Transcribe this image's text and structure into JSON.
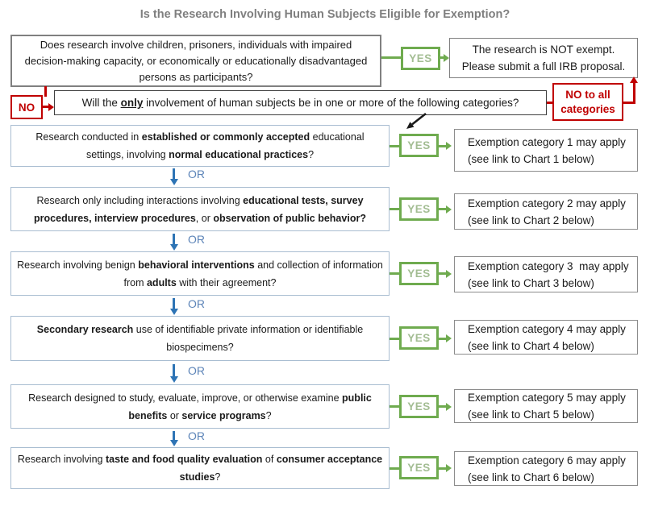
{
  "title": "Is the Research Involving Human Subjects Eligible for Exemption?",
  "labels": {
    "yes": "YES",
    "no": "NO",
    "or": "OR"
  },
  "colors": {
    "red": "#C00000",
    "green": "#6FAB4F",
    "green_text": "#A3BD93",
    "blue_arrow": "#2E74B5",
    "blue_text": "#5C84B8",
    "title_gray": "#7F7F7F",
    "gray_border": "#808080",
    "category_border": "#A9BDD1",
    "text": "#1A1A1A"
  },
  "top": {
    "screening_question": "Does research involve children, prisoners, individuals with impaired decision-making capacity, or economically or educationally disadvantaged persons as participants?",
    "not_exempt_line1": "The research is NOT exempt.",
    "not_exempt_line2": "Please submit a full IRB proposal.",
    "gateway_segments": [
      {
        "t": "Will the "
      },
      {
        "t": "only",
        "b": true,
        "u": true
      },
      {
        "t": " involvement of human subjects be in one or more of the following categories?"
      }
    ],
    "no_to_all": "NO to all categories"
  },
  "categories": [
    {
      "segments": [
        {
          "t": "Research conducted in "
        },
        {
          "t": "established or commonly accepted",
          "b": true
        },
        {
          "t": " educational settings, involving "
        },
        {
          "t": "normal educational practices",
          "b": true
        },
        {
          "t": "?"
        }
      ],
      "exemption_line1": "Exemption category 1 may apply",
      "exemption_line2": "(see link to Chart 1 below)"
    },
    {
      "segments": [
        {
          "t": "Research only including interactions involving "
        },
        {
          "t": "educational tests, survey procedures, interview procedures",
          "b": true
        },
        {
          "t": ", or "
        },
        {
          "t": "observation of public behavior?",
          "b": true
        }
      ],
      "exemption_line1": "Exemption category 2 may apply",
      "exemption_line2": "(see link to Chart 2 below)"
    },
    {
      "segments": [
        {
          "t": "Research involving benign "
        },
        {
          "t": "behavioral interventions",
          "b": true
        },
        {
          "t": " and collection of information from "
        },
        {
          "t": "adults",
          "b": true
        },
        {
          "t": " with their agreement?"
        }
      ],
      "exemption_line1": "Exemption category 3  may apply",
      "exemption_line2": "(see link to Chart 3 below)"
    },
    {
      "segments": [
        {
          "t": "Secondary research",
          "b": true
        },
        {
          "t": " use of identifiable private information or identifiable biospecimens?"
        }
      ],
      "exemption_line1": "Exemption category 4 may apply",
      "exemption_line2": "(see link to Chart 4 below)"
    },
    {
      "segments": [
        {
          "t": "Research designed to study, evaluate, improve, or otherwise examine "
        },
        {
          "t": "public benefits",
          "b": true
        },
        {
          "t": " or "
        },
        {
          "t": "service programs",
          "b": true
        },
        {
          "t": "?"
        }
      ],
      "exemption_line1": "Exemption category 5 may apply",
      "exemption_line2": "(see link to Chart 5 below)"
    },
    {
      "segments": [
        {
          "t": "Research involving "
        },
        {
          "t": "taste and food quality evaluation",
          "b": true
        },
        {
          "t": " of "
        },
        {
          "t": "consumer acceptance studies",
          "b": true
        },
        {
          "t": "?"
        }
      ],
      "exemption_line1": "Exemption category 6 may apply",
      "exemption_line2": "(see link to Chart 6 below)"
    }
  ]
}
